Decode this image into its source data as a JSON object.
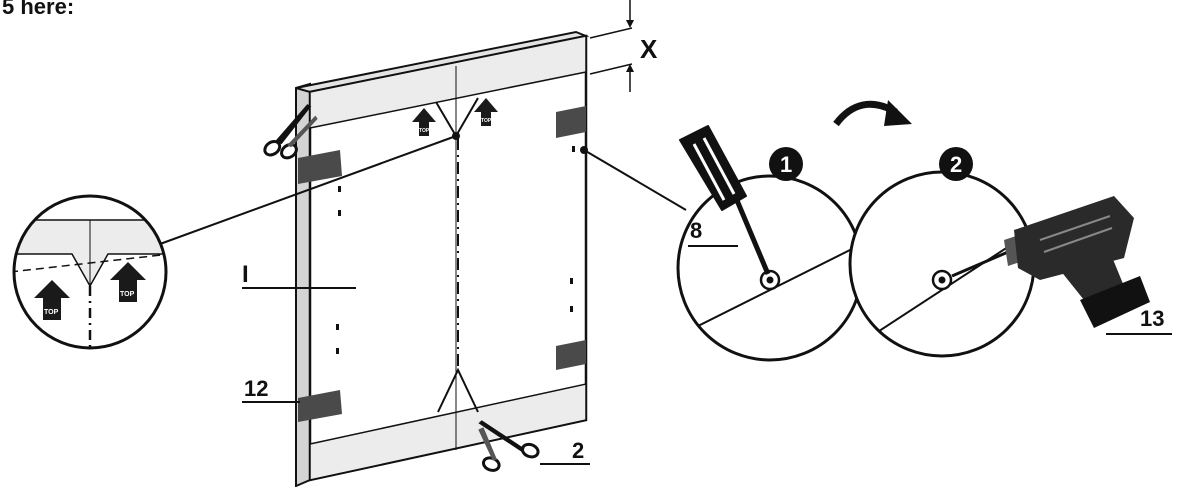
{
  "header_fragment": "5 here:",
  "labels": {
    "gap_dimension": "X",
    "panel_part": "I",
    "strip_part": "12",
    "door_part": "2",
    "screwdriver_part": "8",
    "drill_part": "13",
    "step_one": "1",
    "step_two": "2",
    "arrow_tag": "TOP"
  },
  "colors": {
    "line": "#111111",
    "panel_light": "#e9e9e9",
    "panel_mid": "#d4d4d4",
    "tape": "#4a4a4a",
    "background": "#ffffff"
  },
  "icons": [
    "scissors-icon",
    "screwdriver-icon",
    "drill-icon",
    "rotate-arrow-icon",
    "top-arrow-icon"
  ]
}
